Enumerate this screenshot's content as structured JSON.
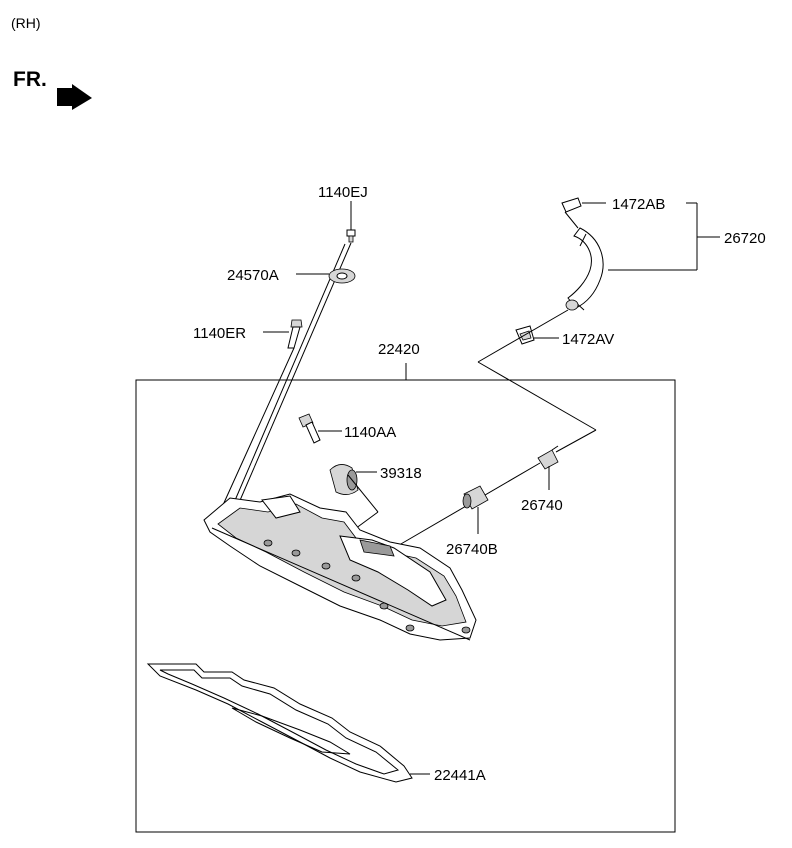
{
  "header": {
    "side": "(RH)",
    "front": "FR."
  },
  "labels": {
    "p1140EJ": "1140EJ",
    "p24570A": "24570A",
    "p1140ER": "1140ER",
    "p22420": "22420",
    "p1140AA": "1140AA",
    "p39318": "39318",
    "p1472AB": "1472AB",
    "p26720": "26720",
    "p1472AV": "1472AV",
    "p26740": "26740",
    "p26740B": "26740B",
    "p22441A": "22441A"
  }
}
